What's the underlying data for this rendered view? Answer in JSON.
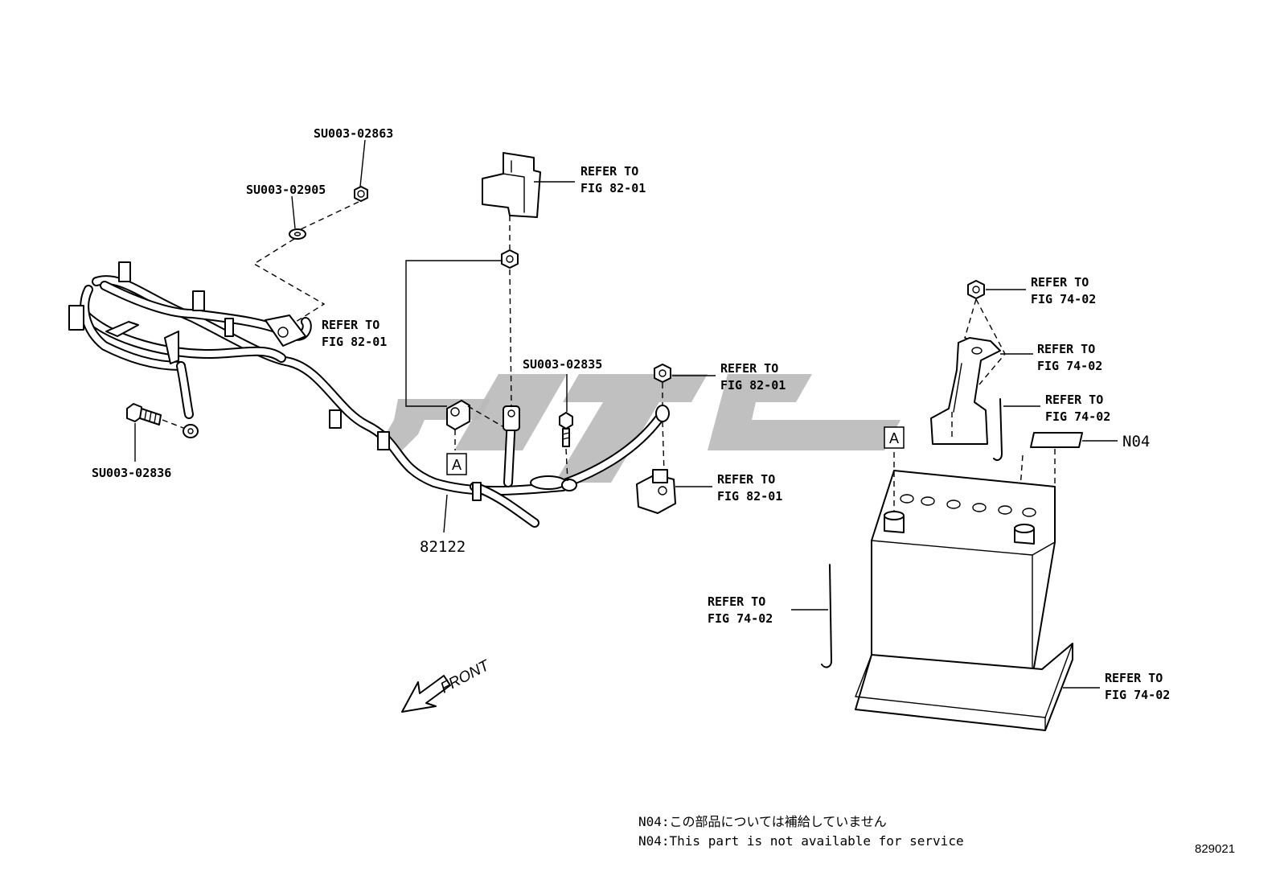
{
  "parts": {
    "nut_top": "SU003-02863",
    "washer_top": "SU003-02905",
    "bolt_left": "SU003-02836",
    "bolt_mid": "SU003-02835",
    "cable": "82122",
    "plate": "N04"
  },
  "refer": {
    "line1": "REFER TO",
    "fig_82": "FIG 82-01",
    "fig_74": "FIG 74-02"
  },
  "callout_a": "A",
  "front_label": "FRONT",
  "notes": {
    "jp": "N04:この部品については補給していません",
    "en": "N04:This part is not available for service"
  },
  "ref_number": "829021",
  "watermark_color": "#b9b9b9"
}
